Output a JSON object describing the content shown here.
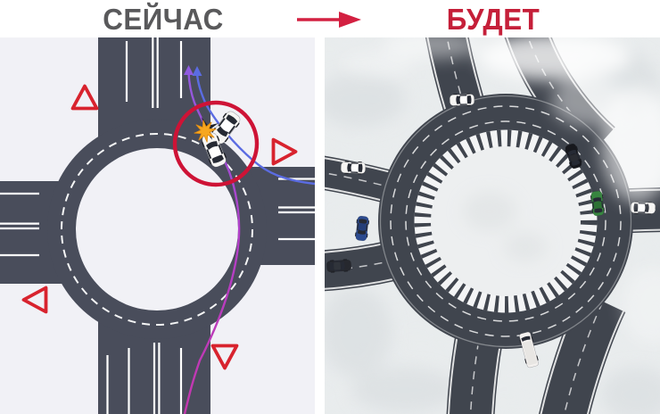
{
  "header": {
    "before_label": "СЕЙЧАС",
    "after_label": "БУДЕТ"
  },
  "colors": {
    "before_title": "#59595b",
    "after_title": "#c51f39",
    "arrow_red": "#d32041",
    "diagram_bg": "#f1f1f6",
    "diagram_road": "#494d5b",
    "give_way_red": "#d8232e",
    "collision_circle_red": "#ce1336",
    "collision_star_orange": "#f7a71f",
    "path_blue": "#5b6ce2",
    "path_magenta": "#b43fc8",
    "photo_road": "#40454e",
    "photo_snow": "#e9eced"
  },
  "before_panel": {
    "scene": "schematic four-leg roundabout, two white cars collide at the north exit",
    "give_way_sign_count": 4,
    "trajectories": [
      "south-to-north through path (magenta)",
      "east-to-north exit path (blue)"
    ]
  },
  "after_panel": {
    "scene": "aerial winter photo of a turbo roundabout with striped central apron",
    "vehicles": [
      "white-car-ring-top",
      "white-car-west-road",
      "black-car-ring-northeast",
      "green-car-ring-east",
      "white-car-east-road",
      "blue-car-ring-southwest",
      "dark-car-southwest-road",
      "white-van-south-entry"
    ]
  }
}
